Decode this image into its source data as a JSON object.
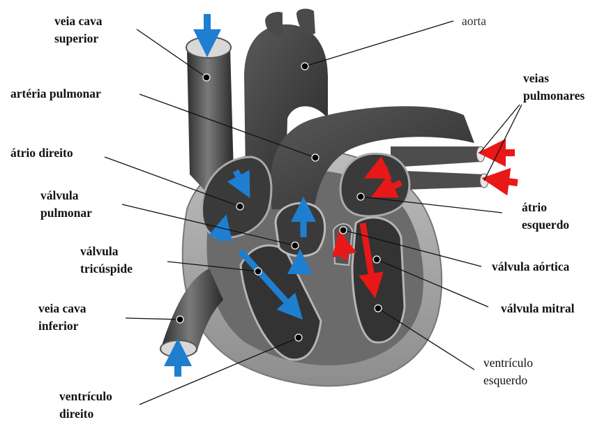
{
  "labels": {
    "veia_cava_superior": [
      "veia cava",
      "superior"
    ],
    "arteria_pulmonar": [
      "artéria pulmonar"
    ],
    "atrio_direito": [
      "átrio direito"
    ],
    "valvula_pulmonar": [
      "válvula",
      "pulmonar"
    ],
    "valvula_tricuspide": [
      "válvula",
      "tricúspide"
    ],
    "veia_cava_inferior": [
      "veia cava",
      "inferior"
    ],
    "ventriculo_direito": [
      "ventrículo",
      "direito"
    ],
    "aorta": [
      "aorta"
    ],
    "veias_pulmonares": [
      "veias",
      "pulmonares"
    ],
    "atrio_esquerdo": [
      "átrio",
      "esquerdo"
    ],
    "valvula_aortica": [
      "válvula aórtica"
    ],
    "valvula_mitral": [
      "válvula mitral"
    ],
    "ventriculo_esquerdo": [
      "ventrículo",
      "esquerdo"
    ]
  },
  "colors": {
    "deoxygenated_flow": "#1e7fd0",
    "oxygenated_flow": "#e81818",
    "tissue_dark": "#3c3c3c",
    "tissue_light": "#9a9a9a"
  }
}
